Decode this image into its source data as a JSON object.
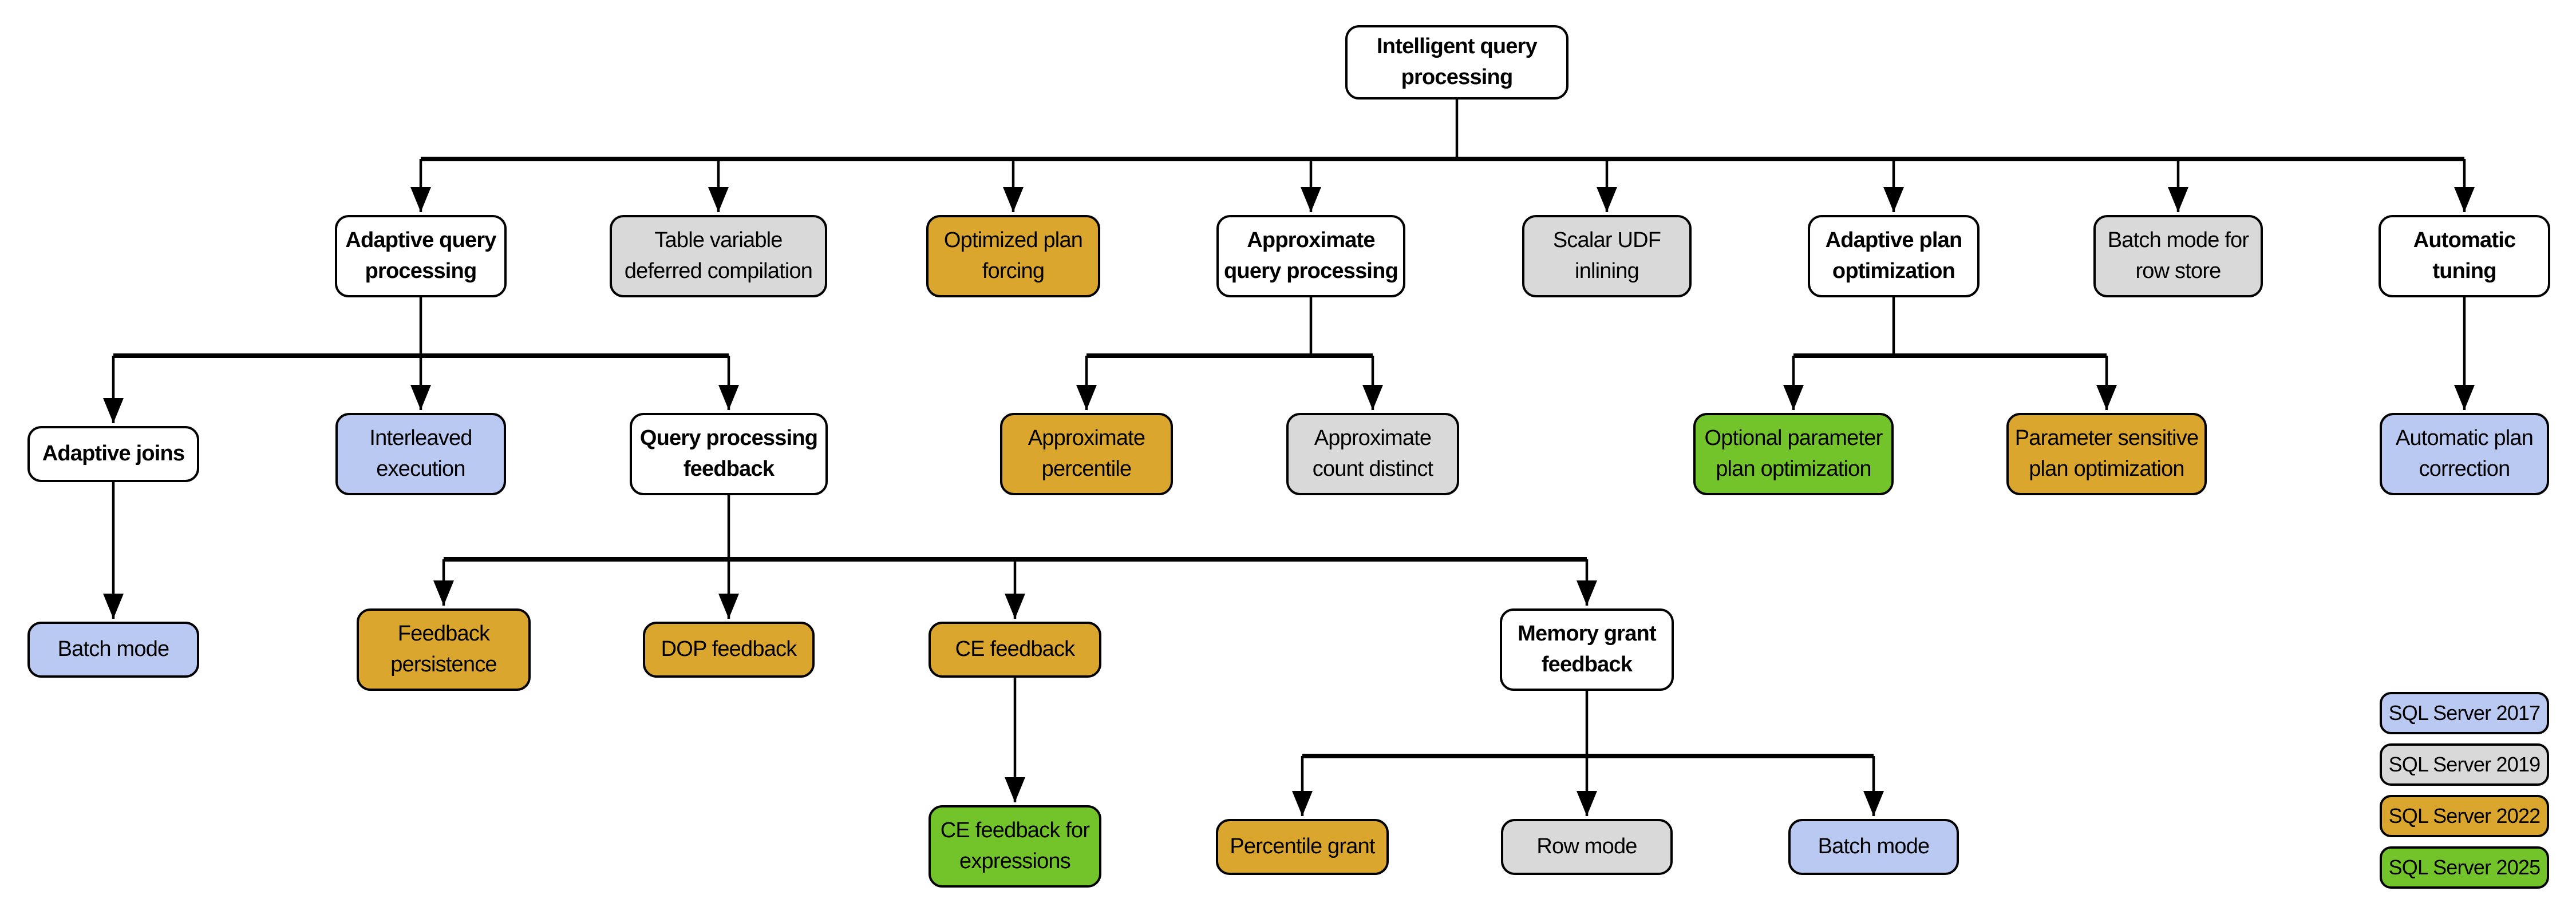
{
  "diagram": {
    "root_label": "Intelligent query\nprocessing",
    "colors": {
      "sql_server_2017": "#B9C9F1",
      "sql_server_2019": "#D9D9D9",
      "sql_server_2022": "#DAA62E",
      "sql_server_2025": "#73C32B",
      "category": "#FFFFFF",
      "line": "#000000"
    },
    "nodes": [
      {
        "id": "iqp",
        "label": "Intelligent query\nprocessing",
        "edition": ""
      },
      {
        "id": "aqp",
        "label": "Adaptive query\nprocessing",
        "edition": ""
      },
      {
        "id": "tvdc",
        "label": "Table variable\ndeferred compilation",
        "edition": "SQL Server 2019"
      },
      {
        "id": "opf",
        "label": "Optimized plan\nforcing",
        "edition": "SQL Server 2022"
      },
      {
        "id": "aqp2",
        "label": "Approximate\nquery processing",
        "edition": ""
      },
      {
        "id": "sudf",
        "label": "Scalar UDF\ninlining",
        "edition": "SQL Server 2019"
      },
      {
        "id": "apo",
        "label": "Adaptive plan\noptimization",
        "edition": ""
      },
      {
        "id": "bmrs",
        "label": "Batch mode for\nrow store",
        "edition": "SQL Server 2019"
      },
      {
        "id": "at",
        "label": "Automatic\ntuning",
        "edition": ""
      },
      {
        "id": "aj",
        "label": "Adaptive joins",
        "edition": ""
      },
      {
        "id": "ie",
        "label": "Interleaved\nexecution",
        "edition": "SQL Server 2017"
      },
      {
        "id": "qpf",
        "label": "Query processing\nfeedback",
        "edition": ""
      },
      {
        "id": "ap",
        "label": "Approximate\npercentile",
        "edition": "SQL Server 2022"
      },
      {
        "id": "acd",
        "label": "Approximate\ncount distinct",
        "edition": "SQL Server 2019"
      },
      {
        "id": "oppo",
        "label": "Optional parameter\nplan optimization",
        "edition": "SQL Server 2025"
      },
      {
        "id": "pspo",
        "label": "Parameter sensitive\nplan optimization",
        "edition": "SQL Server 2022"
      },
      {
        "id": "apc",
        "label": "Automatic plan\ncorrection",
        "edition": "SQL Server 2017"
      },
      {
        "id": "bm1",
        "label": "Batch mode",
        "edition": "SQL Server 2017"
      },
      {
        "id": "fp",
        "label": "Feedback\npersistence",
        "edition": "SQL Server 2022"
      },
      {
        "id": "dop",
        "label": "DOP feedback",
        "edition": "SQL Server 2022"
      },
      {
        "id": "cef",
        "label": "CE feedback",
        "edition": "SQL Server 2022"
      },
      {
        "id": "mgf",
        "label": "Memory grant\nfeedback",
        "edition": ""
      },
      {
        "id": "ceffe",
        "label": "CE feedback for\nexpressions",
        "edition": "SQL Server 2025"
      },
      {
        "id": "pg",
        "label": "Percentile grant",
        "edition": "SQL Server 2022"
      },
      {
        "id": "rm",
        "label": "Row mode",
        "edition": "SQL Server 2019"
      },
      {
        "id": "bm2",
        "label": "Batch mode",
        "edition": "SQL Server 2017"
      }
    ],
    "edges": [
      {
        "from": "iqp",
        "to": [
          "aqp",
          "tvdc",
          "opf",
          "aqp2",
          "sudf",
          "apo",
          "bmrs",
          "at"
        ]
      },
      {
        "from": "aqp",
        "to": [
          "aj",
          "ie",
          "qpf"
        ]
      },
      {
        "from": "aqp2",
        "to": [
          "ap",
          "acd"
        ]
      },
      {
        "from": "apo",
        "to": [
          "oppo",
          "pspo"
        ]
      },
      {
        "from": "at",
        "to": [
          "apc"
        ]
      },
      {
        "from": "aj",
        "to": [
          "bm1"
        ]
      },
      {
        "from": "qpf",
        "to": [
          "fp",
          "dop",
          "cef",
          "mgf"
        ]
      },
      {
        "from": "cef",
        "to": [
          "ceffe"
        ]
      },
      {
        "from": "mgf",
        "to": [
          "pg",
          "rm",
          "bm2"
        ]
      }
    ],
    "legend": [
      {
        "label": "SQL Server 2017",
        "color": "#B9C9F1"
      },
      {
        "label": "SQL Server 2019",
        "color": "#D9D9D9"
      },
      {
        "label": "SQL Server 2022",
        "color": "#DAA62E"
      },
      {
        "label": "SQL Server 2025",
        "color": "#73C32B"
      }
    ]
  }
}
